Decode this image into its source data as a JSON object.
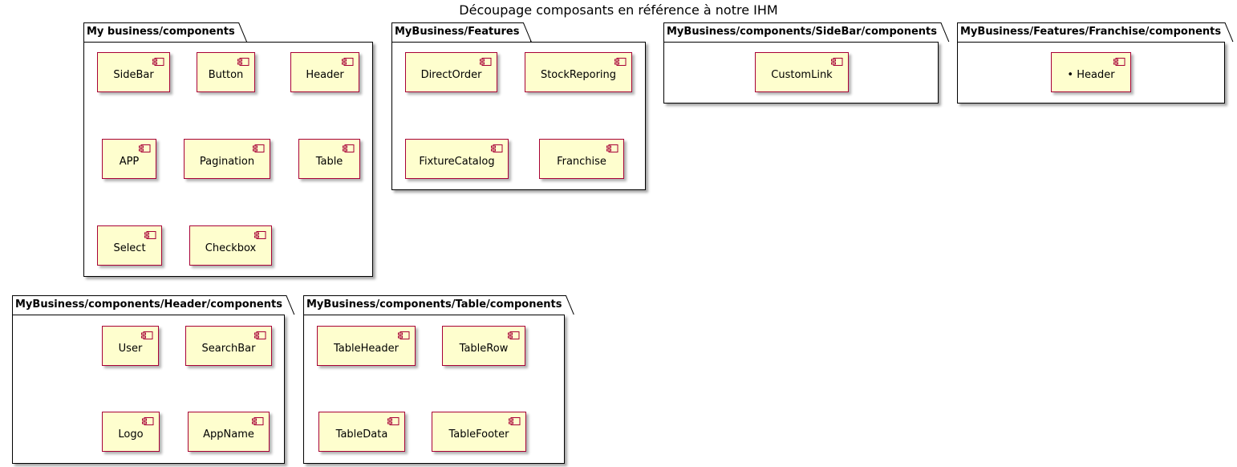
{
  "title": "Découpage composants en référence à notre IHM",
  "colors": {
    "component_fill": "#FEFECE",
    "component_border": "#A80036",
    "package_border": "#000000"
  },
  "packages": [
    {
      "name": "My business/components",
      "components": [
        "SideBar",
        "Button",
        "Header",
        "APP",
        "Pagination",
        "Table",
        "Select",
        "Checkbox"
      ]
    },
    {
      "name": "MyBusiness/Features",
      "components": [
        "DirectOrder",
        "StockReporing",
        "FixtureCatalog",
        "Franchise"
      ]
    },
    {
      "name": "MyBusiness/components/SideBar/components",
      "components": [
        "CustomLink"
      ]
    },
    {
      "name": "MyBusiness/Features/Franchise/components",
      "components": [
        "• Header"
      ]
    },
    {
      "name": "MyBusiness/components/Header/components",
      "components": [
        "User",
        "SearchBar",
        "Logo",
        "AppName"
      ]
    },
    {
      "name": "MyBusiness/components/Table/components",
      "components": [
        "TableHeader",
        "TableRow",
        "TableData",
        "TableFooter"
      ]
    }
  ]
}
